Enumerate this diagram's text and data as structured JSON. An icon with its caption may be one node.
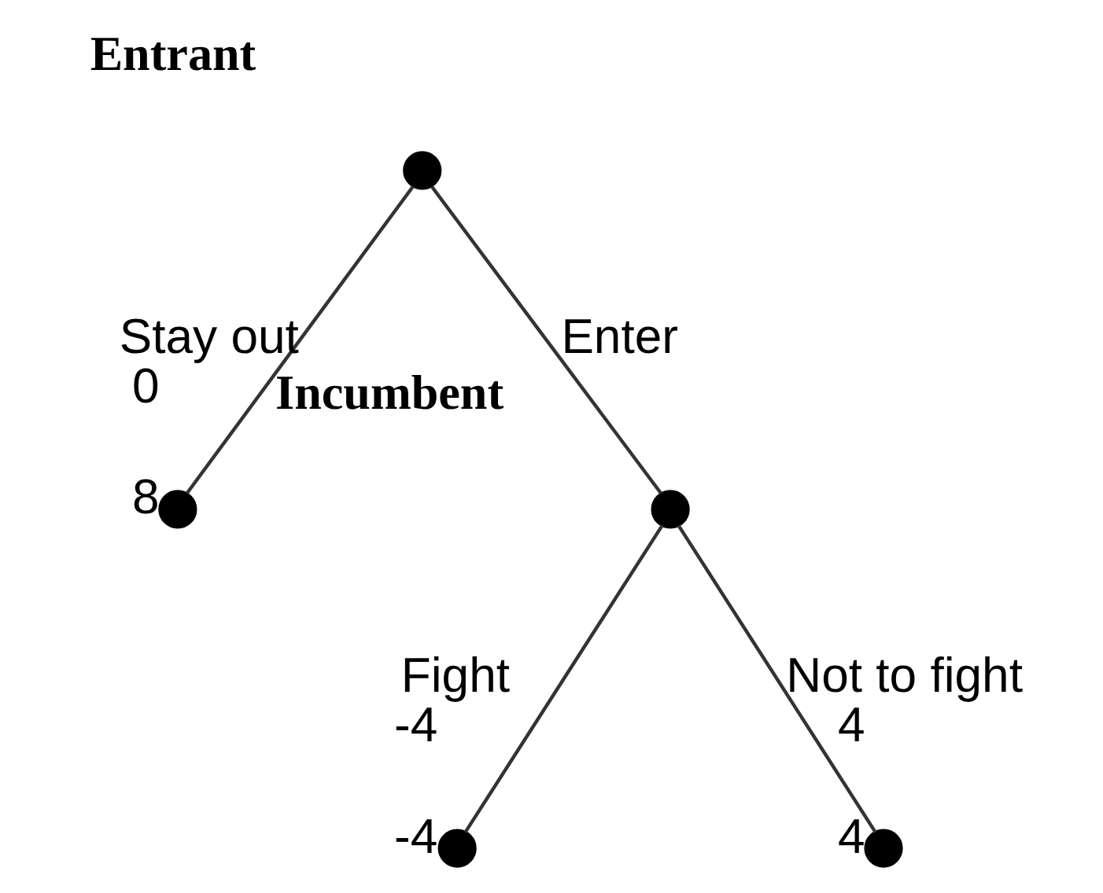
{
  "diagram": {
    "nodes": [
      {
        "text": [],
        "shape": "circle",
        "beside": [
          "Entrant"
        ]
      },
      {
        "text": [],
        "shape": "circle",
        "beside": [
          "0",
          "8"
        ]
      },
      {
        "text": [],
        "shape": "circle",
        "beside": [
          "Incumbent"
        ]
      },
      {
        "text": [],
        "shape": "circle",
        "beside": [
          "-4",
          "-4"
        ]
      },
      {
        "text": [],
        "shape": "circle",
        "beside": [
          "4",
          "4"
        ]
      }
    ],
    "edges": [
      {
        "from": 0,
        "to": 1,
        "arrow": "none",
        "label": "Stay out"
      },
      {
        "from": 0,
        "to": 2,
        "arrow": "none",
        "label": "Enter"
      },
      {
        "from": 2,
        "to": 3,
        "arrow": "none",
        "label": "Fight"
      },
      {
        "from": 2,
        "to": 4,
        "arrow": "none",
        "label": "Not to fight"
      }
    ]
  }
}
